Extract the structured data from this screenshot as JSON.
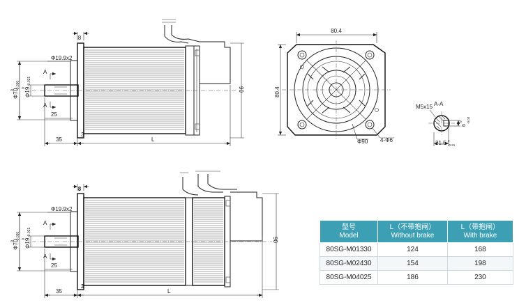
{
  "top_view": {
    "dims": {
      "flange": "8",
      "d_step": "Φ19.9x2",
      "d_pilot": "Φ70",
      "d_pilot_tol_top": "0",
      "d_pilot_tol_bot": "-0.030",
      "d_shaft": "Φ19",
      "d_shaft_tol_top": "0",
      "d_shaft_tol_bot": "-0.021",
      "section_a": "A",
      "key_len": "25",
      "shaft_len": "35",
      "rim": "3",
      "length": "L",
      "height": "90"
    }
  },
  "front_view": {
    "dims": {
      "width": "80.4",
      "height": "80.4",
      "bolt_circle": "Φ90",
      "holes": "4-Φ6"
    }
  },
  "section_view": {
    "title": "A-A",
    "thread": "M5x15",
    "key_width": "6",
    "key_width_tol_top": "0",
    "key_width_tol_bot": "-0.03",
    "key_depth": "21.5",
    "key_depth_tol_top": "0",
    "key_depth_tol_bot": "-0.21"
  },
  "bottom_view": {
    "dims": {
      "flange": "8",
      "d_step": "Φ19.9x2",
      "d_pilot": "Φ70",
      "d_pilot_tol_top": "0",
      "d_pilot_tol_bot": "-0.030",
      "d_shaft": "Φ19",
      "d_shaft_tol_top": "0",
      "d_shaft_tol_bot": "-0.021",
      "section_a": "A",
      "key_len": "25",
      "shaft_len": "35",
      "rim": "3",
      "length": "L",
      "height": "90"
    }
  },
  "spec_table": {
    "headers": [
      {
        "line1": "型号",
        "line2": "Model"
      },
      {
        "line1": "L（不带抱闸）",
        "line2": "Without brake"
      },
      {
        "line1": "L（带抱闸）",
        "line2": "With brake"
      }
    ],
    "rows": [
      [
        "80SG-M01330",
        "124",
        "168"
      ],
      [
        "80SG-M02430",
        "154",
        "198"
      ],
      [
        "80SG-M04025",
        "186",
        "230"
      ]
    ]
  }
}
